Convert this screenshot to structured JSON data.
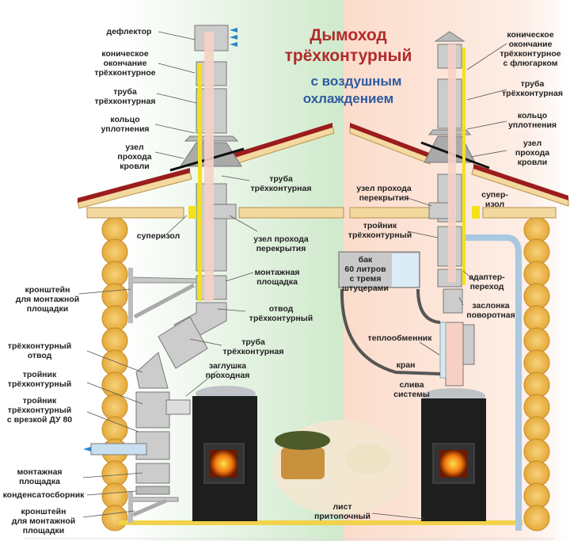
{
  "title": {
    "line1": "Дымоход",
    "line2": "трёхконтурный",
    "line3": "с воздушным",
    "line4": "охлаждением"
  },
  "colors": {
    "title_red": "#b22a2a",
    "title_blue": "#2c5aa0",
    "left_bg": "#d3ebcf",
    "right_bg": "#fbe2d4",
    "insulation": "#f2e21b",
    "roof": "#9b1c1c"
  },
  "left_labels": [
    "дефлектор",
    "коническое\nокончание\nтрёхконтурное",
    "труба\nтрёхконтурная",
    "кольцо\nуплотнения",
    "узел\nпрохода\nкровли",
    "труба\nтрёхконтурная",
    "суперизол",
    "узел прохода\nперекрытия",
    "монтажная\nплощадка",
    "отвод\nтрёхконтурный",
    "труба\nтрёхконтурная",
    "заглушка\nпроходная",
    "кронштейн\nдля монтажной\nплощадки",
    "трёхконтурный\nотвод",
    "тройник\nтрёхконтурный",
    "тройник\nтрёхконтурный\nс врезкой ДУ 80",
    "монтажная\nплощадка",
    "конденсатосборник",
    "кронштейн\nдля монтажной\nплощадки"
  ],
  "right_labels": [
    "коническое\nокончание\nтрёхконтурное\nс флюгарком",
    "труба\nтрёхконтурная",
    "кольцо\nуплотнения",
    "узел\nпрохода\nкровли",
    "узел прохода\nперекрытия",
    "супер-\nизол",
    "тройник\nтрёхконтурный",
    "бак\n60 литров\nс тремя\nштуцерами",
    "адаптер-\nпереход",
    "заслонка\nповоротная",
    "теплообменник",
    "кран",
    "слива\nсистемы",
    "лист\nпритопочный"
  ]
}
